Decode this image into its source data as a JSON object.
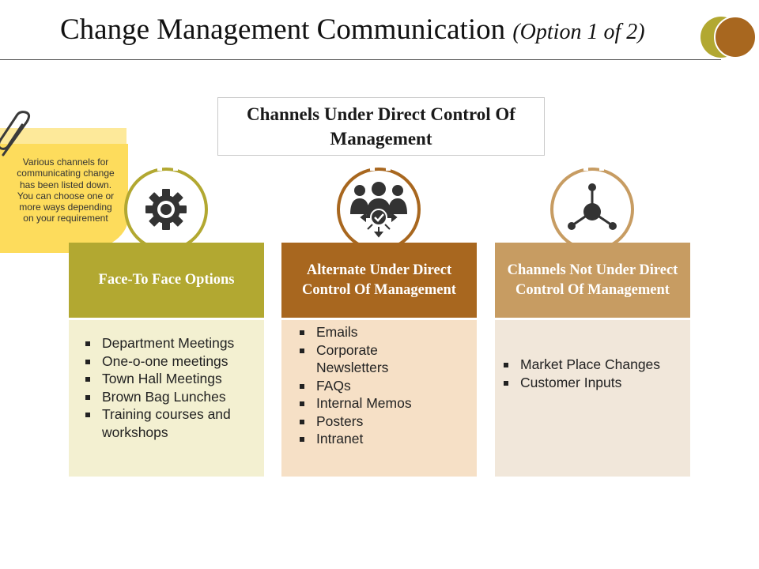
{
  "slide": {
    "title": "Change Management Communication",
    "title_suffix": "(Option 1 of 2)",
    "heading": "Channels Under Direct Control Of Management",
    "note": "Various channels for communicating change has been listed down. You can choose one or more ways depending on your requirement"
  },
  "colors": {
    "olive": "#b2a831",
    "brown": "#a8671f",
    "tan": "#c79c62",
    "note_yellow": "#fddc5c"
  },
  "columns": [
    {
      "title": "Face-To Face Options",
      "icon": "gear-icon",
      "items": [
        "Department Meetings",
        "One-o-one meetings",
        "Town Hall Meetings",
        "Brown Bag Lunches",
        "Training  courses and workshops"
      ]
    },
    {
      "title": "Alternate Under Direct Control Of Management",
      "icon": "team-check-icon",
      "items": [
        "Emails",
        "Corporate Newsletters",
        "FAQs",
        "Internal Memos",
        "Posters",
        "Intranet"
      ]
    },
    {
      "title": "Channels Not Under Direct Control Of Management",
      "icon": "network-hub-icon",
      "items": [
        "Market Place Changes",
        "Customer Inputs"
      ]
    }
  ]
}
